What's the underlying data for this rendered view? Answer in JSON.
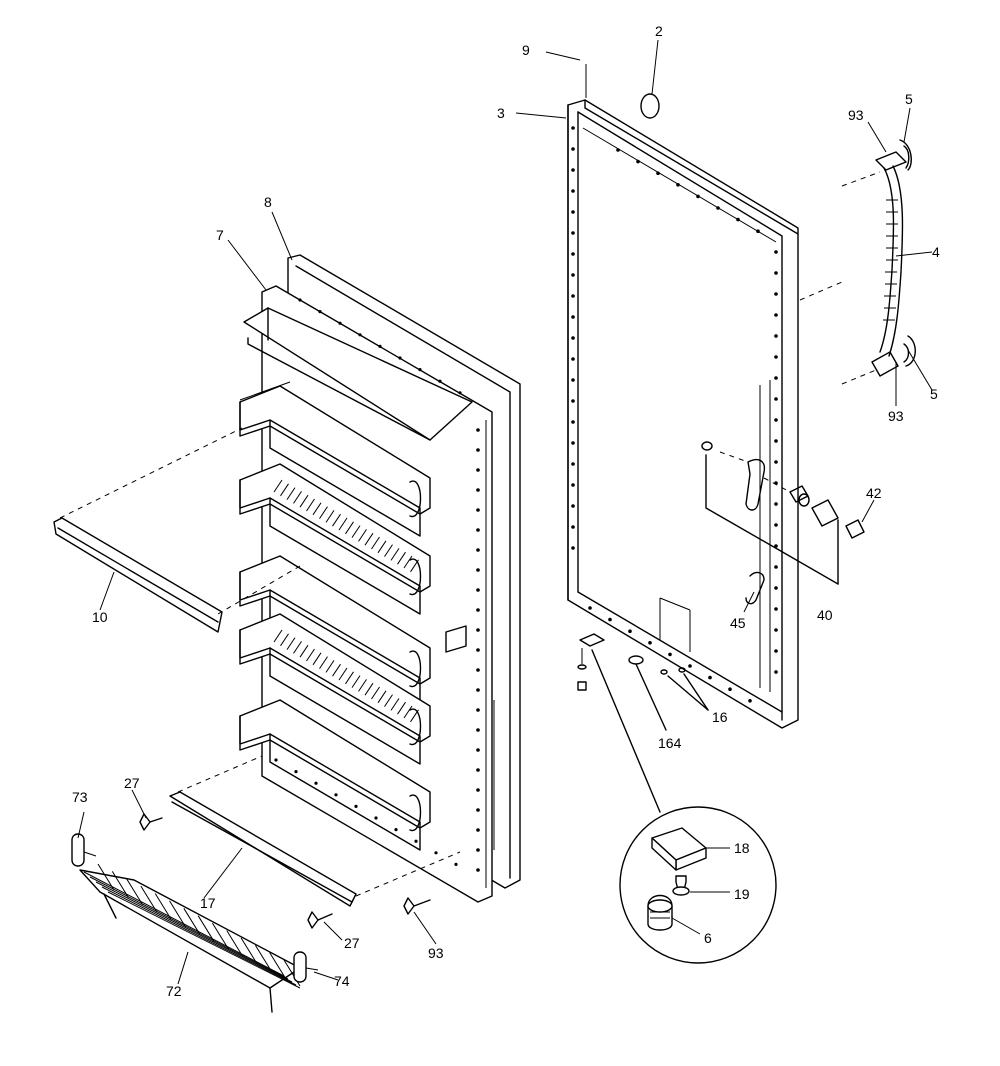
{
  "callouts": [
    {
      "id": "p9",
      "text": "9"
    },
    {
      "id": "p2",
      "text": "2"
    },
    {
      "id": "p3",
      "text": "3"
    },
    {
      "id": "p93a",
      "text": "93"
    },
    {
      "id": "p5a",
      "text": "5"
    },
    {
      "id": "p4",
      "text": "4"
    },
    {
      "id": "p5b",
      "text": "5"
    },
    {
      "id": "p93b",
      "text": "93"
    },
    {
      "id": "p8",
      "text": "8"
    },
    {
      "id": "p7",
      "text": "7"
    },
    {
      "id": "p42",
      "text": "42"
    },
    {
      "id": "p40",
      "text": "40"
    },
    {
      "id": "p45",
      "text": "45"
    },
    {
      "id": "p10",
      "text": "10"
    },
    {
      "id": "p16",
      "text": "16"
    },
    {
      "id": "p164",
      "text": "164"
    },
    {
      "id": "p27a",
      "text": "27"
    },
    {
      "id": "p73",
      "text": "73"
    },
    {
      "id": "p18",
      "text": "18"
    },
    {
      "id": "p19",
      "text": "19"
    },
    {
      "id": "p17",
      "text": "17"
    },
    {
      "id": "p6",
      "text": "6"
    },
    {
      "id": "p27b",
      "text": "27"
    },
    {
      "id": "p93c",
      "text": "93"
    },
    {
      "id": "p74",
      "text": "74"
    },
    {
      "id": "p72",
      "text": "72"
    }
  ]
}
